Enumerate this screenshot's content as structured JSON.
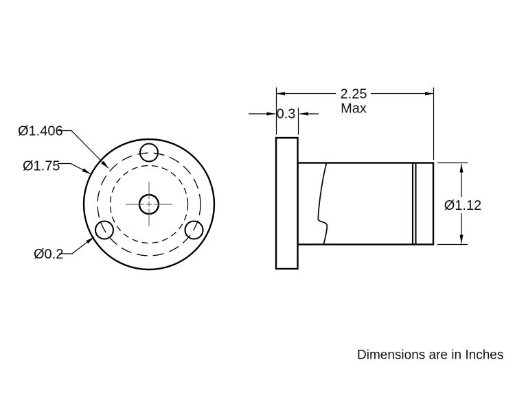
{
  "front_view": {
    "bolt_circle_dia_label": "Ø1.406",
    "flange_dia_label": "Ø1.75",
    "hole_dia_label": "Ø0.2"
  },
  "side_view": {
    "overall_length_label": "2.25",
    "overall_length_qualifier": "Max",
    "flange_thickness_label": "0.3",
    "body_dia_label": "Ø1.12"
  },
  "footnote": "Dimensions are in Inches",
  "colors": {
    "line": "#000000",
    "centerline": "#6e6e6e",
    "background": "#ffffff"
  }
}
